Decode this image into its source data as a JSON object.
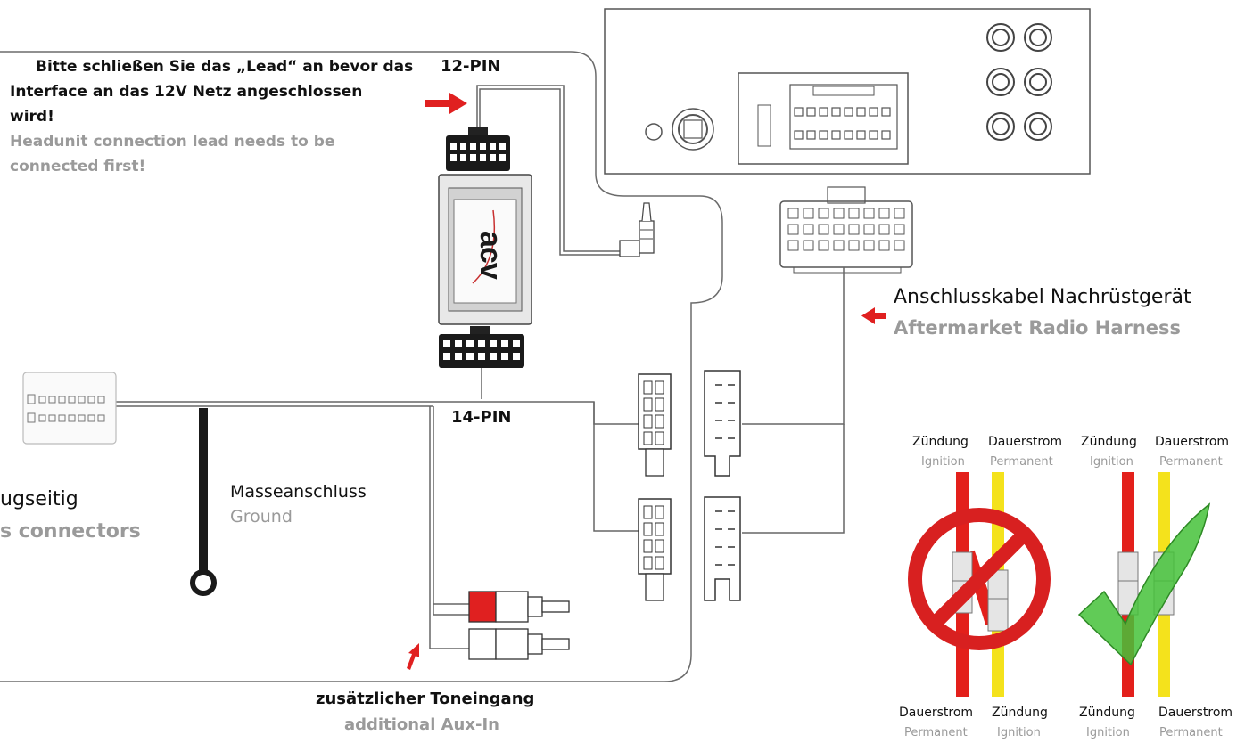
{
  "warning": {
    "de_line1": "Bitte schließen Sie das „Lead“ an bevor das",
    "de_line2": "Interface an das 12V Netz angeschlossen",
    "de_line3": "wird!",
    "en_line1": "Headunit connection lead needs to be",
    "en_line2": "connected first!"
  },
  "labels": {
    "pin12": "12-PIN",
    "pin14": "14-PIN",
    "ground_de": "Masseanschluss",
    "ground_en": "Ground",
    "vehicle_de": "ugseitig",
    "vehicle_en": "s connectors",
    "harness_de": "Anschlusskabel Nachrüstgerät",
    "harness_en": "Aftermarket Radio Harness",
    "aux_de": "zusätzlicher Toneingang",
    "aux_en": "additional Aux-In",
    "brand": "acv"
  },
  "wiring": {
    "wrong": {
      "top_left_de": "Zündung",
      "top_left_en": "Ignition",
      "top_right_de": "Dauerstrom",
      "top_right_en": "Permanent",
      "bottom_left_de": "Dauerstrom",
      "bottom_left_en": "Permanent",
      "bottom_right_de": "Zündung",
      "bottom_right_en": "Ignition"
    },
    "right": {
      "top_left_de": "Zündung",
      "top_left_en": "Ignition",
      "top_right_de": "Dauerstrom",
      "top_right_en": "Permanent",
      "bottom_left_de": "Zündung",
      "bottom_left_en": "Ignition",
      "bottom_right_de": "Dauerstrom",
      "bottom_right_en": "Permanent"
    }
  },
  "colors": {
    "arrow": "#e02020",
    "wire_red": "#e3201b",
    "wire_yellow": "#f4e21c",
    "prohibit": "#d82020",
    "check": "#45c23a",
    "label_grey": "#9a9a9a",
    "line": "#555555"
  }
}
